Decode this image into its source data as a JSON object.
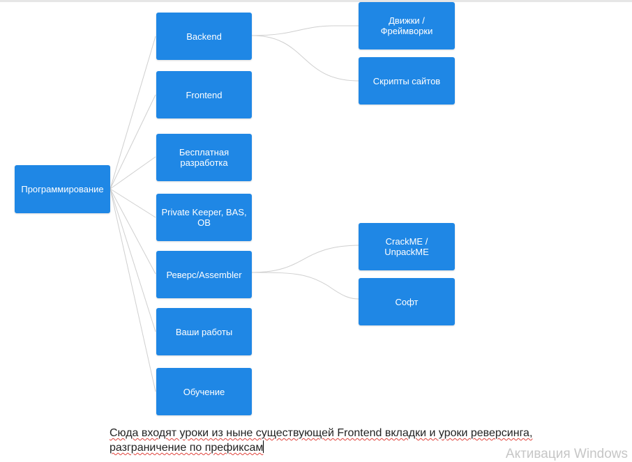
{
  "diagram": {
    "root": {
      "label": "Программирование"
    },
    "branches": [
      {
        "label": "Backend"
      },
      {
        "label": "Frontend"
      },
      {
        "label": "Бесплатная разработка"
      },
      {
        "label": "Private Keeper, BAS, OB"
      },
      {
        "label": "Реверс/Assembler"
      },
      {
        "label": "Ваши работы"
      },
      {
        "label": "Обучение"
      }
    ],
    "backend_children": [
      {
        "label": "Движки / Фреймворки"
      },
      {
        "label": "Скрипты сайтов"
      }
    ],
    "reverse_children": [
      {
        "label": "CrackME / UnpackME"
      },
      {
        "label": "Софт"
      }
    ]
  },
  "note": {
    "line1": "Сюда входят уроки из ныне существующей Frontend вкладки и уроки реверсинга,",
    "line2": "разграничение по префиксам"
  },
  "watermark": "Активация Windows",
  "colors": {
    "node": "#1f87e5",
    "connector": "#cccccc",
    "spellcheck": "#e0413a"
  }
}
